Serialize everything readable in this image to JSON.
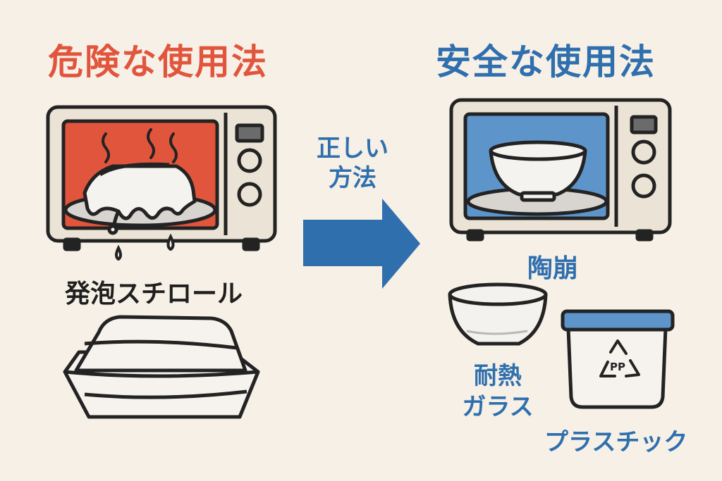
{
  "left": {
    "title": "危険な使用法",
    "item_label": "発泡スチロール"
  },
  "middle": {
    "arrow_label_line1": "正しい",
    "arrow_label_line2": "方法"
  },
  "right": {
    "title": "安全な使用法",
    "ceramic_label": "陶崩",
    "glass_label_line1": "耐熱",
    "glass_label_line2": "ガラス",
    "plastic_label": "プラスチック",
    "recycle_code": "PP"
  },
  "colors": {
    "danger": "#e2553d",
    "safe": "#2f6fae",
    "background": "#f6f0e6",
    "outline": "#232323"
  }
}
